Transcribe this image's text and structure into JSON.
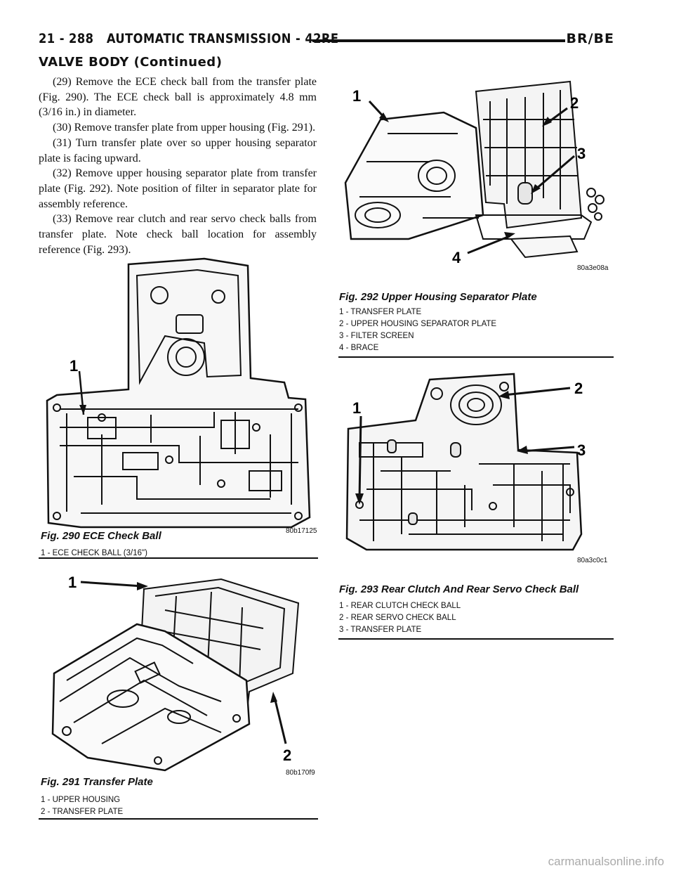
{
  "header": {
    "page_ref": "21 - 288",
    "title": "AUTOMATIC TRANSMISSION - 42RE",
    "model": "BR/BE"
  },
  "section_title": "VALVE BODY (Continued)",
  "paragraphs": [
    "(29) Remove the ECE check ball from the transfer plate (Fig. 290). The ECE check ball is approximately 4.8 mm (3/16 in.) in diameter.",
    "(30) Remove transfer plate from upper housing (Fig. 291).",
    "(31) Turn transfer plate over so upper housing separator plate is facing upward.",
    "(32) Remove upper housing separator plate from transfer plate (Fig. 292). Note position of filter in separator plate for assembly reference.",
    "(33) Remove rear clutch and rear servo check balls from transfer plate. Note check ball location for assembly reference (Fig. 293)."
  ],
  "figures": {
    "fig290": {
      "caption": "Fig. 290 ECE Check Ball",
      "code": "80b17125",
      "callouts": [
        "1"
      ],
      "legend": [
        "1 - ECE CHECK BALL (3/16\")"
      ]
    },
    "fig291": {
      "caption": "Fig. 291 Transfer Plate",
      "code": "80b170f9",
      "callouts": [
        "1",
        "2"
      ],
      "legend": [
        "1 - UPPER HOUSING",
        "2 - TRANSFER PLATE"
      ]
    },
    "fig292": {
      "caption": "Fig. 292 Upper Housing Separator Plate",
      "code": "80a3e08a",
      "callouts": [
        "1",
        "2",
        "3",
        "4"
      ],
      "legend": [
        "1 - TRANSFER PLATE",
        "2 - UPPER HOUSING SEPARATOR PLATE",
        "3 - FILTER SCREEN",
        "4 - BRACE"
      ]
    },
    "fig293": {
      "caption": "Fig. 293 Rear Clutch And Rear Servo Check Ball",
      "code": "80a3c0c1",
      "callouts": [
        "1",
        "2",
        "3"
      ],
      "legend": [
        "1 - REAR CLUTCH CHECK BALL",
        "2 - REAR SERVO CHECK BALL",
        "3 - TRANSFER PLATE"
      ]
    }
  },
  "watermark": "carmanualsonline.info"
}
